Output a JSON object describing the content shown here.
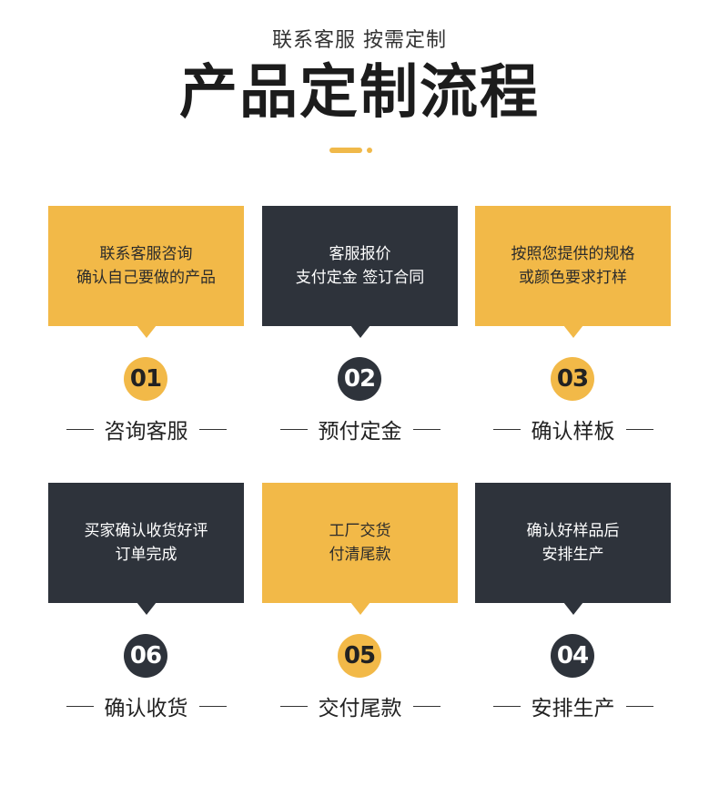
{
  "header": {
    "subtitle": "联系客服 按需定制",
    "title": "产品定制流程"
  },
  "steps": [
    {
      "number": "01",
      "card_line1": "联系客服咨询",
      "card_line2": "确认自己要做的产品",
      "label": "咨询客服"
    },
    {
      "number": "02",
      "card_line1": "客服报价",
      "card_line2": "支付定金 签订合同",
      "label": "预付定金"
    },
    {
      "number": "03",
      "card_line1": "按照您提供的规格",
      "card_line2": "或颜色要求打样",
      "label": "确认样板"
    },
    {
      "number": "06",
      "card_line1": "买家确认收货好评",
      "card_line2": "订单完成",
      "label": "确认收货"
    },
    {
      "number": "05",
      "card_line1": "工厂交货",
      "card_line2": "付清尾款",
      "label": "交付尾款"
    },
    {
      "number": "04",
      "card_line1": "确认好样品后",
      "card_line2": "安排生产",
      "label": "安排生产"
    }
  ],
  "colors": {
    "accent_yellow": "#f2b948",
    "dark": "#2e333b"
  }
}
